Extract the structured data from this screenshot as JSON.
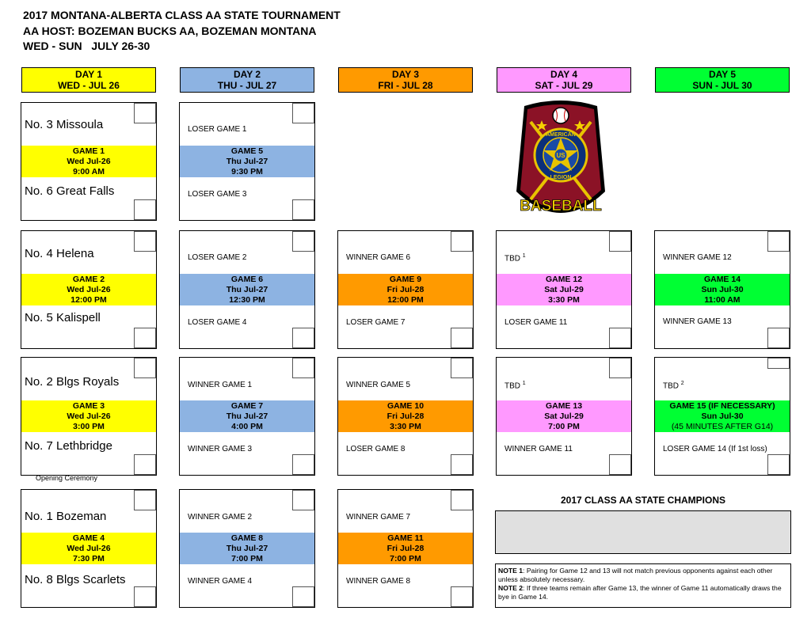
{
  "header": {
    "line1": "2017 MONTANA-ALBERTA CLASS AA STATE TOURNAMENT",
    "line2": "AA HOST: BOZEMAN BUCKS AA, BOZEMAN MONTANA",
    "line3": "WED - SUN   JULY 26-30"
  },
  "days": [
    {
      "day": "DAY 1",
      "date": "WED - JUL 26",
      "color": "#ffff00"
    },
    {
      "day": "DAY 2",
      "date": "THU - JUL 27",
      "color": "#8db3e2"
    },
    {
      "day": "DAY 3",
      "date": "FRI - JUL 28",
      "color": "#ff9a00"
    },
    {
      "day": "DAY 4",
      "date": "SAT - JUL 29",
      "color": "#ff99ff"
    },
    {
      "day": "DAY 5",
      "date": "SUN - JUL 30",
      "color": "#00ff33"
    }
  ],
  "games": {
    "g1": {
      "top": "No. 3 Missoula",
      "l1": "GAME 1",
      "l2": "Wed Jul-26",
      "l3": "9:00 AM",
      "bottom": "No. 6 Great Falls"
    },
    "g2": {
      "top": "No. 4 Helena",
      "l1": "GAME 2",
      "l2": "Wed Jul-26",
      "l3": "12:00 PM",
      "bottom": "No. 5 Kalispell"
    },
    "g3": {
      "top": "No. 2 Blgs Royals",
      "l1": "GAME 3",
      "l2": "Wed Jul-26",
      "l3": "3:00 PM",
      "bottom": "No. 7 Lethbridge"
    },
    "g4": {
      "top": "No. 1 Bozeman",
      "l1": "GAME 4",
      "l2": "Wed Jul-26",
      "l3": "7:30 PM",
      "bottom": "No. 8 Blgs Scarlets"
    },
    "g5": {
      "top": "LOSER GAME 1",
      "l1": "GAME 5",
      "l2": "Thu Jul-27",
      "l3": "9:30 PM",
      "bottom": "LOSER GAME 3"
    },
    "g6": {
      "top": "LOSER GAME 2",
      "l1": "GAME 6",
      "l2": "Thu Jul-27",
      "l3": "12:30 PM",
      "bottom": "LOSER GAME 4"
    },
    "g7": {
      "top": "WINNER GAME 1",
      "l1": "GAME 7",
      "l2": "Thu Jul-27",
      "l3": "4:00 PM",
      "bottom": "WINNER GAME 3"
    },
    "g8": {
      "top": "WINNER GAME 2",
      "l1": "GAME 8",
      "l2": "Thu Jul-27",
      "l3": "7:00 PM",
      "bottom": "WINNER GAME 4"
    },
    "g9": {
      "top": "WINNER GAME 6",
      "l1": "GAME 9",
      "l2": "Fri Jul-28",
      "l3": "12:00 PM",
      "bottom": "LOSER GAME 7"
    },
    "g10": {
      "top": "WINNER GAME 5",
      "l1": "GAME 10",
      "l2": "Fri Jul-28",
      "l3": "3:30 PM",
      "bottom": "LOSER GAME 8"
    },
    "g11": {
      "top": "WINNER GAME 7",
      "l1": "GAME 11",
      "l2": "Fri Jul-28",
      "l3": "7:00 PM",
      "bottom": "WINNER GAME 8"
    },
    "g12": {
      "top": "TBD",
      "sup": "1",
      "l1": "GAME 12",
      "l2": "Sat Jul-29",
      "l3": "3:30 PM",
      "bottom": "LOSER GAME 11"
    },
    "g13": {
      "top": "TBD",
      "sup": "1",
      "l1": "GAME 13",
      "l2": "Sat Jul-29",
      "l3": "7:00 PM",
      "bottom": "WINNER GAME 11"
    },
    "g14": {
      "top": "WINNER GAME 12",
      "l1": "GAME 14",
      "l2": "Sun Jul-30",
      "l3": "11:00 AM",
      "bottom": "WINNER GAME 13"
    },
    "g15": {
      "top": "TBD",
      "sup": "2",
      "l1": "GAME 15 (IF NECESSARY)",
      "l2": "Sun Jul-30",
      "l3": "(45 MINUTES AFTER G14)",
      "bottom": "LOSER GAME 14 (If 1st loss)"
    }
  },
  "ceremony": "Opening Ceremony",
  "logo": {
    "top_text": "AMERICAN",
    "center_text": "US",
    "bottom_text": "LEGION",
    "banner": "BASEBALL"
  },
  "champions": {
    "title": "2017 CLASS AA STATE CHAMPIONS"
  },
  "notes": {
    "note1_label": "NOTE 1",
    "note1_text": ": Pairing for Game 12 and 13 will not match previous opponents against each other unless absolutely necessary.",
    "note2_label": "NOTE 2",
    "note2_text": ": If three teams remain after Game 13, the winner of Game 11 automatically draws the bye in Game 14."
  }
}
